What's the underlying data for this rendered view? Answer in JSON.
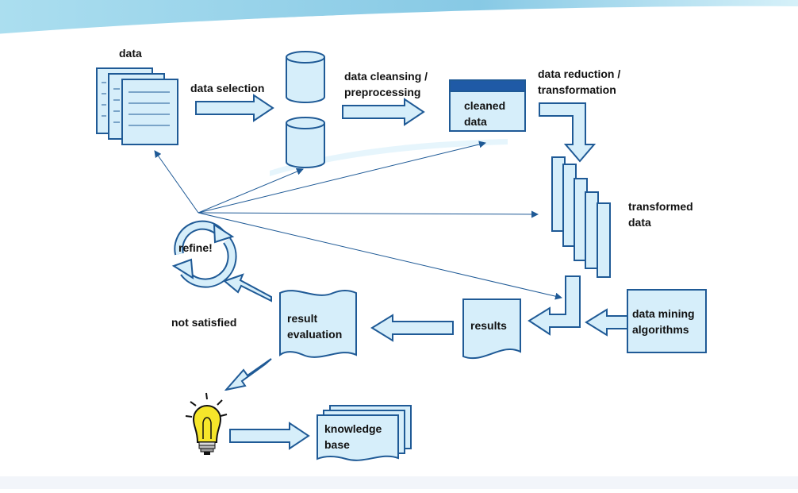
{
  "labels": {
    "data": "data",
    "data_selection": "data selection",
    "data_cleansing_line1": "data cleansing /",
    "data_cleansing_line2": "preprocessing",
    "cleaned_line1": "cleaned",
    "cleaned_line2": "data",
    "data_reduction_line1": "data reduction /",
    "data_reduction_line2": "transformation",
    "transformed_line1": "transformed",
    "transformed_line2": "data",
    "data_mining_line1": "data mining",
    "data_mining_line2": "algorithms",
    "results": "results",
    "result_eval_line1": "result",
    "result_eval_line2": "evaluation",
    "not_satisfied": "not satisfied",
    "refine": "refine!",
    "knowledge_line1": "knowledge",
    "knowledge_line2": "base"
  },
  "colors": {
    "fill": "#d6eefa",
    "stroke": "#1f5a96",
    "header": "#1f5aa6",
    "bulb": "#f6e62a"
  },
  "icons": {
    "idea": "lightbulb-icon",
    "cycle": "refresh-cycle-icon"
  }
}
